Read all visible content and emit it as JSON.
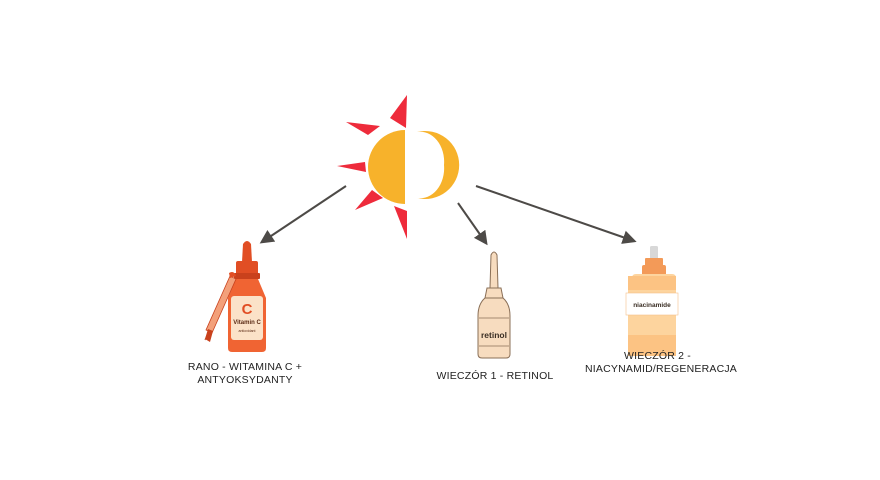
{
  "colors": {
    "sun": "#f7b22b",
    "rays": "#ee2b3b",
    "arrow": "#4d4a47",
    "vitamin_bottle": "#f06433",
    "vitamin_bottle_dark": "#e14e24",
    "vitamin_label": "#fbe2c8",
    "retinol_bottle": "#f7dcbf",
    "retinol_outline": "#8a6f57",
    "niacin_bottle": "#fdd49e",
    "niacin_cap": "#f39a58",
    "niacin_label": "#ffffff"
  },
  "icons": [
    "sun-icon",
    "moon-icon",
    "vitamin-c-dropper-bottle-icon",
    "retinol-bottle-icon",
    "niacinamide-bottle-icon"
  ],
  "products": {
    "vitamin_c": {
      "letter": "C",
      "name": "Vitamin C",
      "sub": "antioxidant"
    },
    "retinol": {
      "label": "retinol"
    },
    "niacinamide": {
      "label": "niacinamide"
    }
  },
  "captions": {
    "morning": {
      "line1": "RANO - WITAMINA C +",
      "line2": "ANTYOKSYDANTY"
    },
    "evening1": {
      "line1": "WIECZÓR 1 - RETINOL"
    },
    "evening2": {
      "line1": "WIECZÓR 2 -",
      "line2": "NIACYNAMID/REGENERACJA"
    }
  }
}
